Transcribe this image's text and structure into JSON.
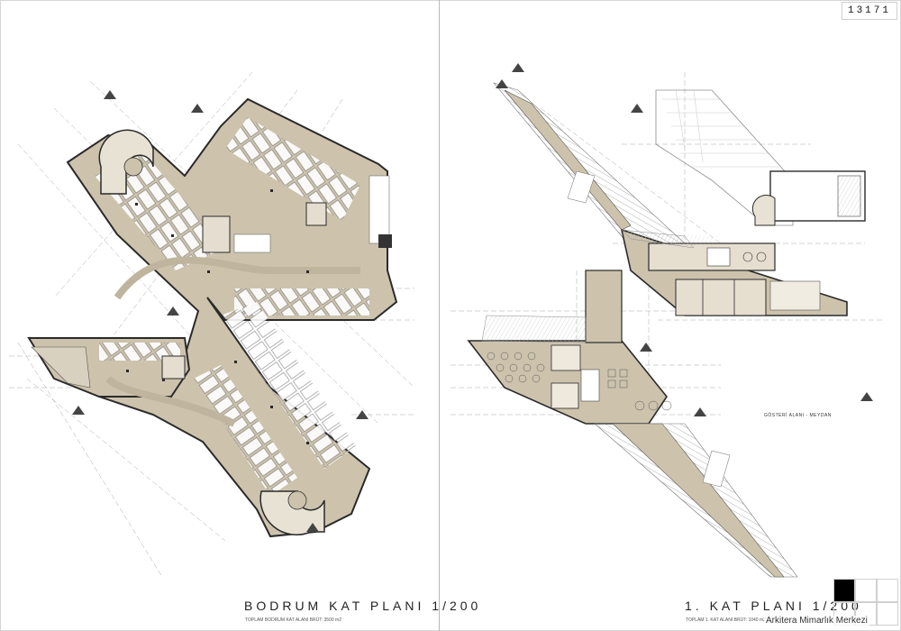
{
  "sheet": {
    "number": "13171"
  },
  "plans": [
    {
      "id": "bodrum",
      "title": "BODRUM KAT PLANI  1/200",
      "subtitle": "TOPLAM BODRUM KAT ALANI BRÜT: 3500 m2"
    },
    {
      "id": "kat1",
      "title": "1. KAT PLANI  1/200",
      "subtitle": "TOPLAM 1. KAT ALANI BRÜT: 1040 m2"
    }
  ],
  "labels": {
    "meydan": "GÖSTERİ ALANI - MEYDAN"
  },
  "watermark": "Arkitera Mimarlık Merkezi",
  "colors": {
    "floor_fill": "#cdc3ad",
    "paving_fill": "#d9d1bf",
    "wall": "#2a2a2a",
    "parking_bay": "#ffffff",
    "grid_line": "#9a9a9a"
  }
}
